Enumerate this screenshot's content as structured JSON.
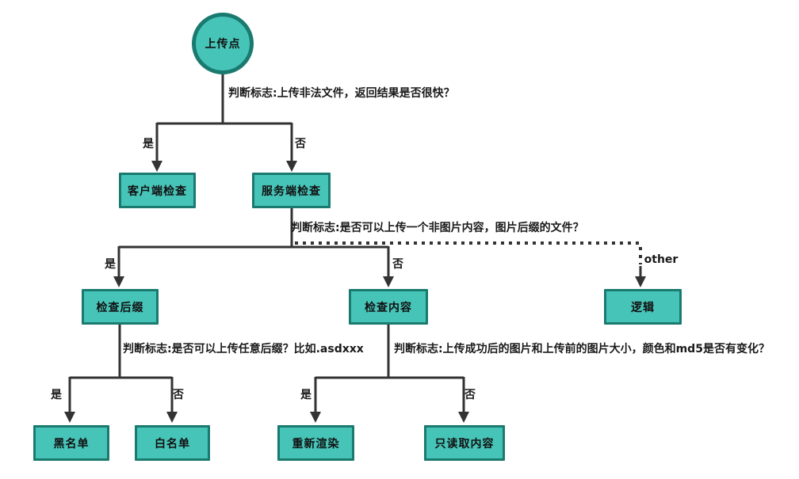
{
  "nodes": {
    "upload_point": "上传点",
    "client_check": "客户端检查",
    "server_check": "服务端检查",
    "check_suffix": "检查后缀",
    "check_content": "检查内容",
    "logic": "逻辑",
    "blacklist": "黑名单",
    "whitelist": "白名单",
    "rerender": "重新渲染",
    "readonly_content": "只读取内容"
  },
  "decisions": {
    "d1": "判断标志:上传非法文件，返回结果是否很快？",
    "d2": "判断标志:是否可以上传一个非图片内容，图片后缀的文件？",
    "d3": "判断标志:是否可以上传任意后缀？比如.asdxxx",
    "d4": "判断标志:上传成功后的图片和上传前的图片大小，颜色和md5是否有变化？"
  },
  "edge_labels": {
    "yes": "是",
    "no": "否",
    "other": "other"
  },
  "colors": {
    "node_fill": "#47C4B8",
    "node_border": "#1A7A6F",
    "line": "#333333",
    "text": "#1a1a1a",
    "background": "#FFFFFF"
  }
}
